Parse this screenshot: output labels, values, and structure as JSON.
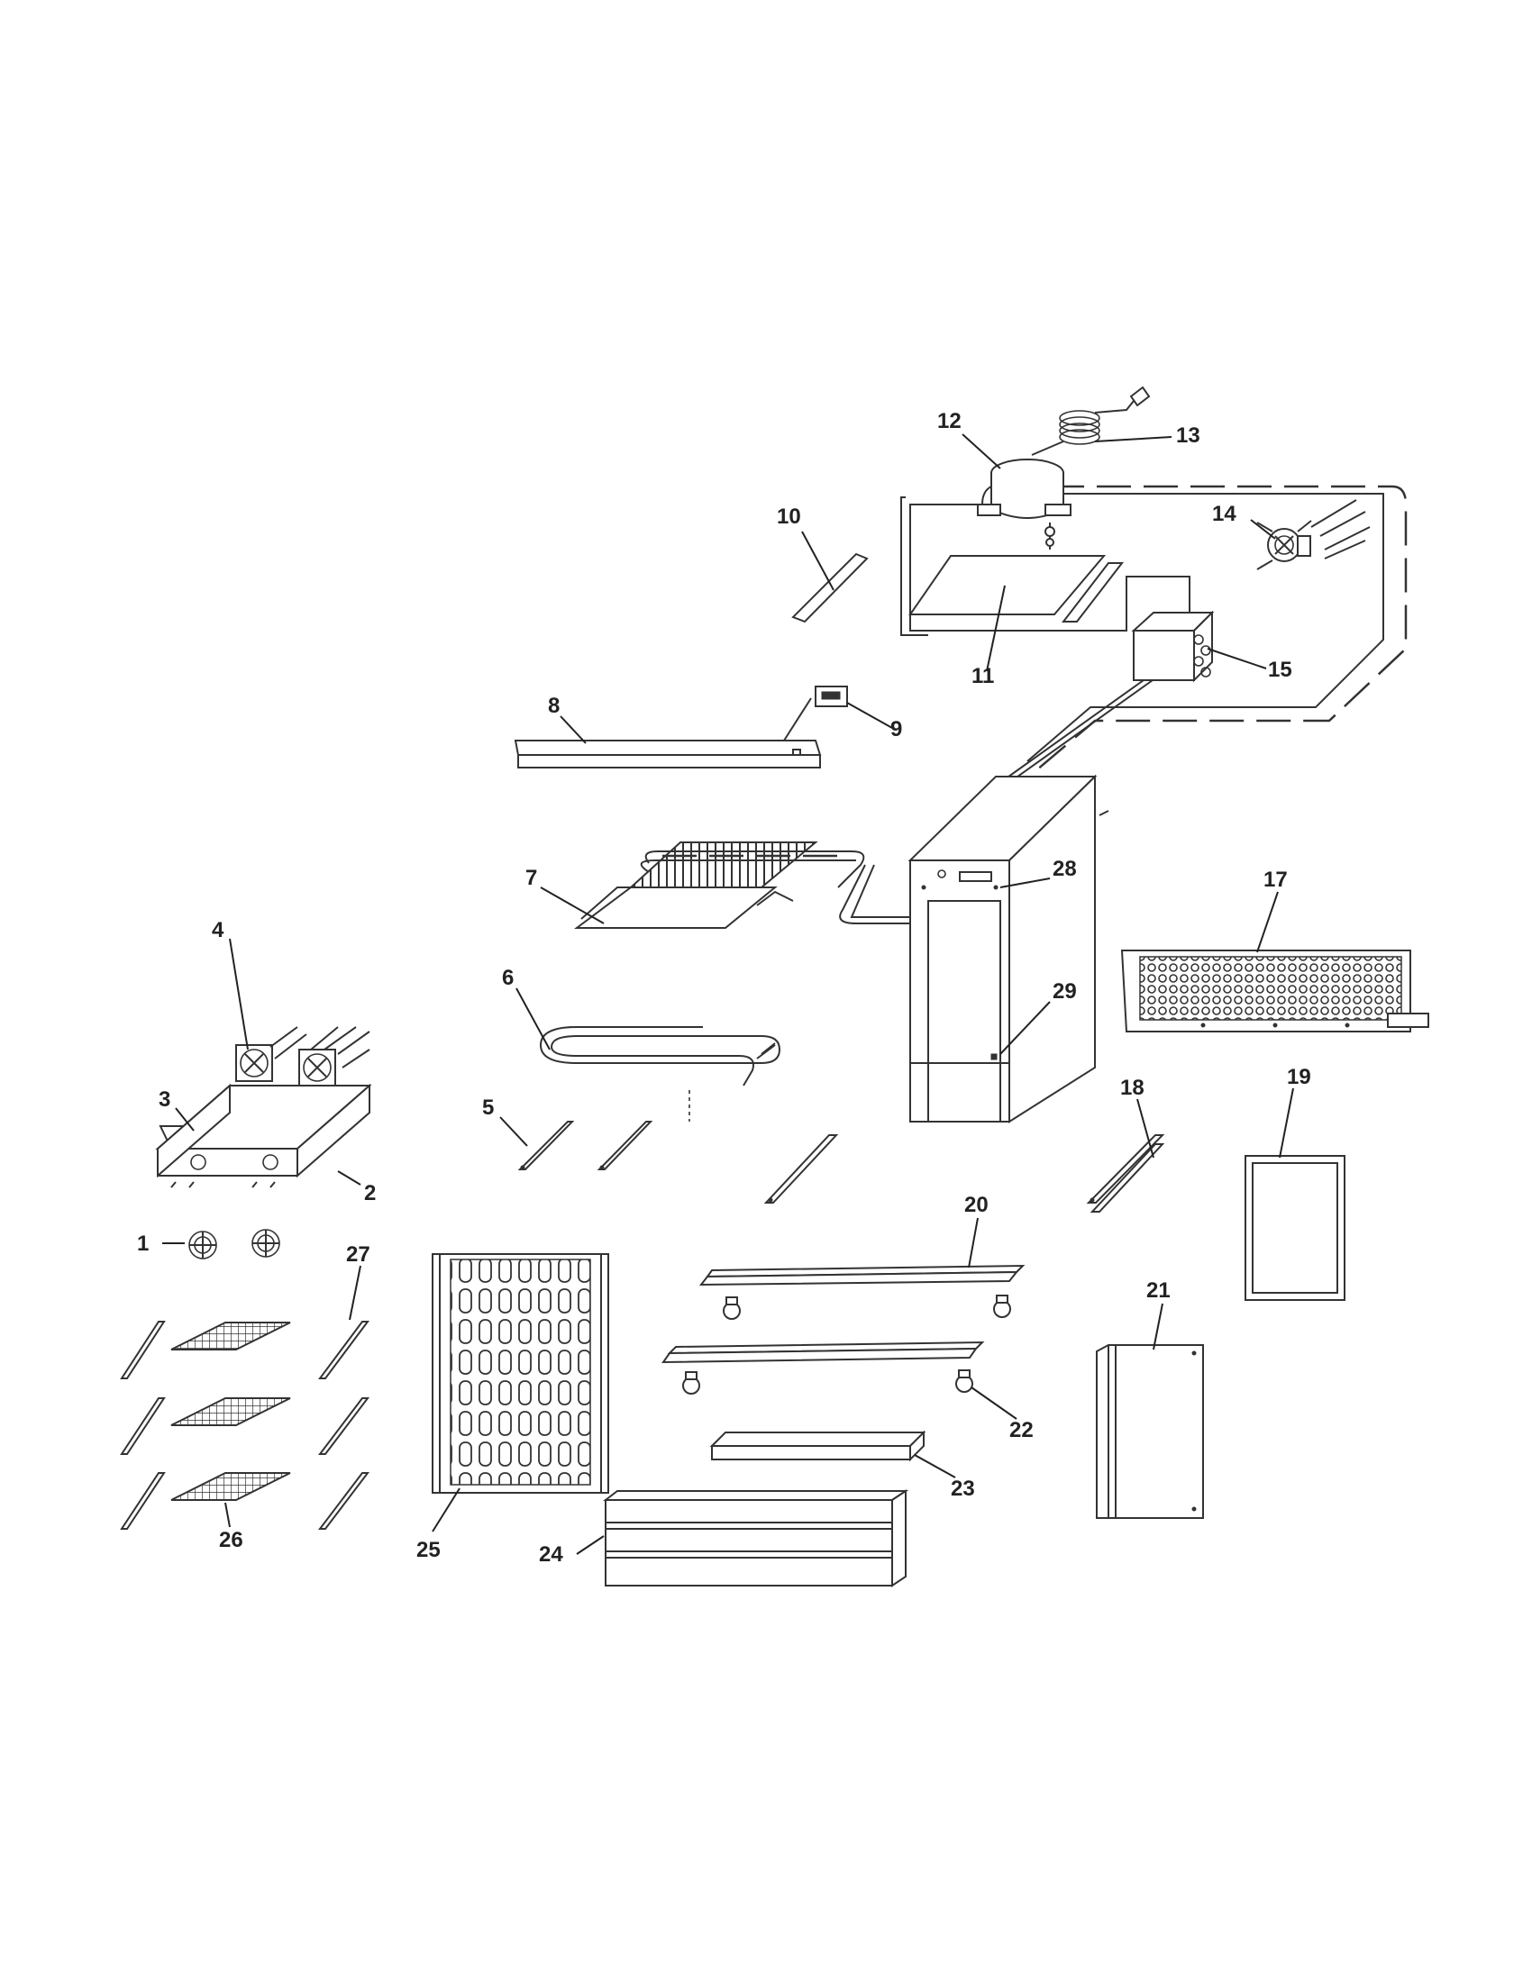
{
  "diagram": {
    "callouts": {
      "c1": "1",
      "c2": "2",
      "c3": "3",
      "c4": "4",
      "c5": "5",
      "c6": "6",
      "c7": "7",
      "c8": "8",
      "c9": "9",
      "c10": "10",
      "c11": "11",
      "c12": "12",
      "c13": "13",
      "c14": "14",
      "c15": "15",
      "c17": "17",
      "c18": "18",
      "c19": "19",
      "c20": "20",
      "c21": "21",
      "c22": "22",
      "c23": "23",
      "c24": "24",
      "c25": "25",
      "c26": "26",
      "c27": "27",
      "c28": "28",
      "c29": "29"
    }
  }
}
